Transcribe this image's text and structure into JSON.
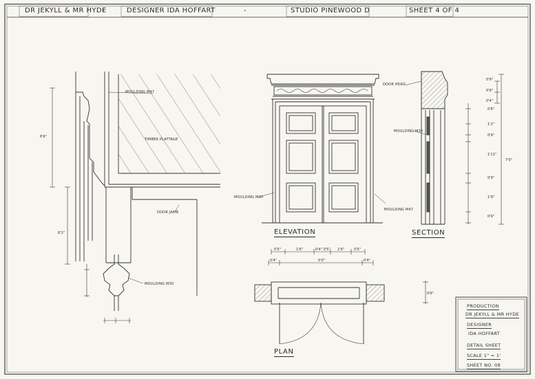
{
  "header": {
    "production": "Dr JEKYLL & Mr HYDE",
    "designer": "DESIGNER  IDA HOFFART",
    "studio": "STUDIO  PINEWOOD  D",
    "sheet": "SHEET 4 OF 4"
  },
  "labels": {
    "moulding_m47_top": "MOULDING M47",
    "timber_plattage": "TIMBER PLATTAGE",
    "door_jamb": "DOOR JAMB",
    "moulding_m30_left": "MOULDING M30",
    "door_head": "DOOR HEAD",
    "moulding_m30_elev": "MOULDING M30",
    "moulding_m47_elev": "MOULDING M47",
    "moulding_m30_section": "MOULDING M30"
  },
  "dimensions": {
    "left_upper": "6'6\"",
    "left_lower": "6'3\"",
    "sec_1": "0'9\"",
    "sec_2": "0'9\"",
    "sec_3": "0'4\"",
    "sec_4": "0'6\"",
    "sec_5": "1'2\"",
    "sec_6": "0'9\"",
    "sec_7": "1'11\"",
    "sec_8": "0'9\"",
    "sec_9": "1'9\"",
    "sec_10": "0'9\"",
    "sec_total": "7'0\"",
    "plan_row1": [
      "0'5\"",
      "1'6\"",
      "0'4\" 0'5\"",
      "1'6\"",
      "0'5\""
    ],
    "plan_row2": [
      "0'4\"",
      "5'0\"",
      "0'4\""
    ],
    "plan_side": "0'6\""
  },
  "views": {
    "elevation": "ELEVATION",
    "section": "SECTION",
    "plan": "PLAN"
  },
  "title_block": {
    "production_label": "PRODUCTION",
    "production_value": "Dr JEKYLL & Mr HYDE",
    "designer_label": "DESIGNER",
    "designer_value": "IDA HOFFART",
    "detail": "DETAIL SHEET",
    "scale": "SCALE 1\" = 1'",
    "sheet_no": "SHEET No. 09"
  }
}
